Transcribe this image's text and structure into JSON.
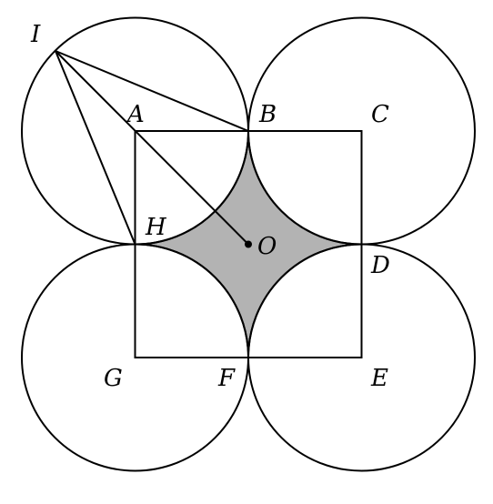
{
  "colors": {
    "stroke": "#000000",
    "shaded_region": "#b3b3b3",
    "background": "#ffffff"
  },
  "labels": {
    "I": "I",
    "A": "A",
    "B": "B",
    "C": "C",
    "H": "H",
    "O": "O",
    "D": "D",
    "G": "G",
    "F": "F",
    "E": "E"
  }
}
